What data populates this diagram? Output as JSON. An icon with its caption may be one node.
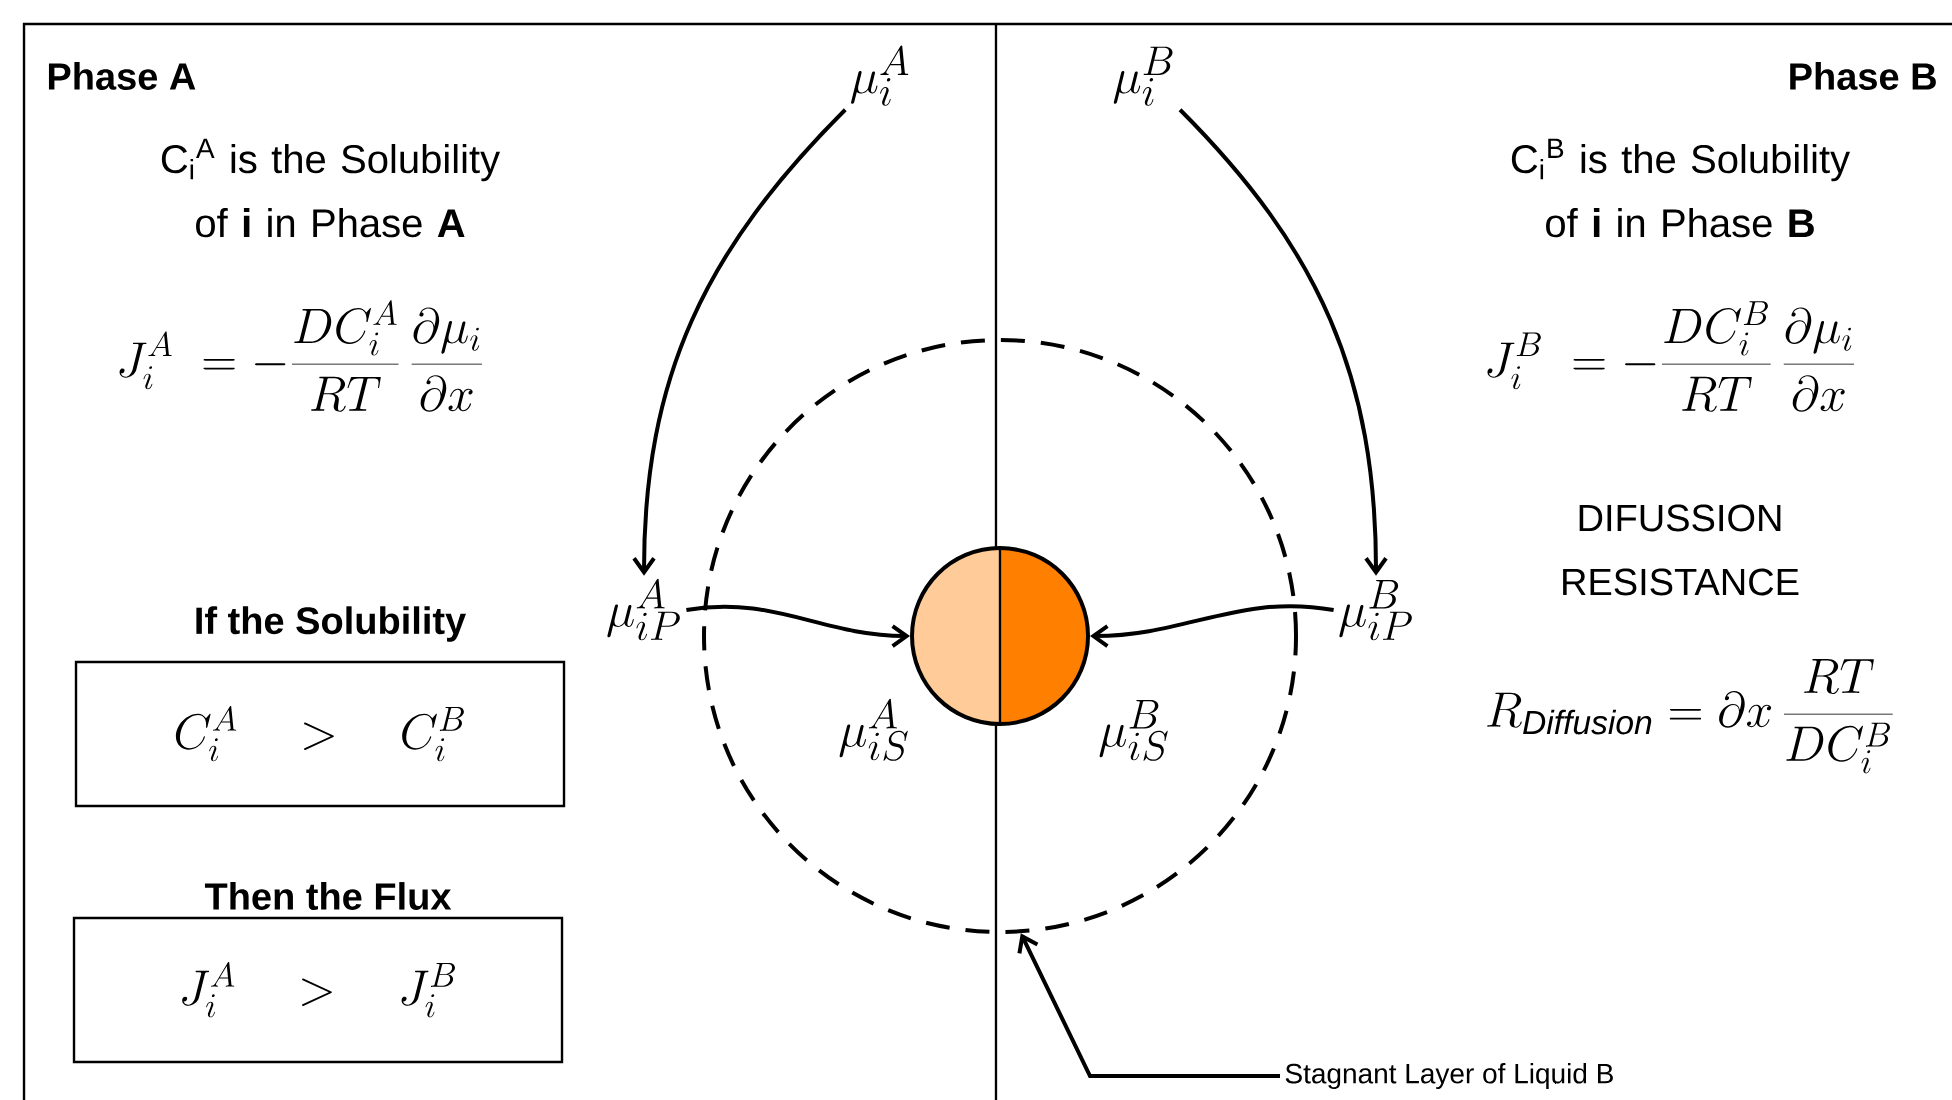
{
  "diagram": {
    "nodes": [
      {
        "text": [
          "\\mu_{i}^{A}"
        ]
      },
      {
        "text": [
          "\\mu_{i}^{B}"
        ]
      },
      {
        "text": [
          "\\mu_{iP}^{A}"
        ]
      },
      {
        "text": [
          "\\mu_{iP}^{B}"
        ]
      },
      {
        "text": [],
        "shape": "circle",
        "in": 5
      },
      {
        "text": [],
        "shape": "circle"
      },
      {
        "text": [
          "Stagnant Layer of Liquid B"
        ]
      },
      {
        "text": [
          "If the Solubility",
          "C_{i}^{A}\\quad>\\quad C_{i}^{B}"
        ]
      },
      {
        "text": [
          "Then the Flux",
          "J_{i}^{A}\\quad>\\quad J_{i}^{B}"
        ]
      }
    ],
    "edges": [
      {
        "from": 0,
        "to": 2,
        "arrow": "to"
      },
      {
        "from": 1,
        "to": 3,
        "arrow": "to"
      },
      {
        "from": 2,
        "to": 4,
        "arrow": "to"
      },
      {
        "from": 3,
        "to": 4,
        "arrow": "to"
      },
      {
        "from": 6,
        "to": 5,
        "arrow": "to"
      }
    ],
    "labels": [
      "Phase A",
      "C$_{i}$$^{A}$ is the Solubility of **i** in Phase **A**",
      "J_{i}^{A}\\;=-\\frac{DC_{i}^{A}}{RT}\\,\\frac{\\partial\\mu_{i}}{\\partial x}",
      "\\mu_{iS}^{A}",
      "\\mu_{iS}^{B}",
      "Phase B",
      "C$_{i}$$^{B}$ is the Solubility of **i** in Phase **B**",
      "J_{i}^{B}\\;=-\\frac{DC_{i}^{B}}{RT}\\,\\frac{\\partial\\mu_{i}}{\\partial x}",
      "DIFUSSION RESISTANCE",
      "R_{\\mathit{Diffusion}}=\\partial x\\,\\frac{RT}{DC_{i}^{B}}"
    ]
  }
}
